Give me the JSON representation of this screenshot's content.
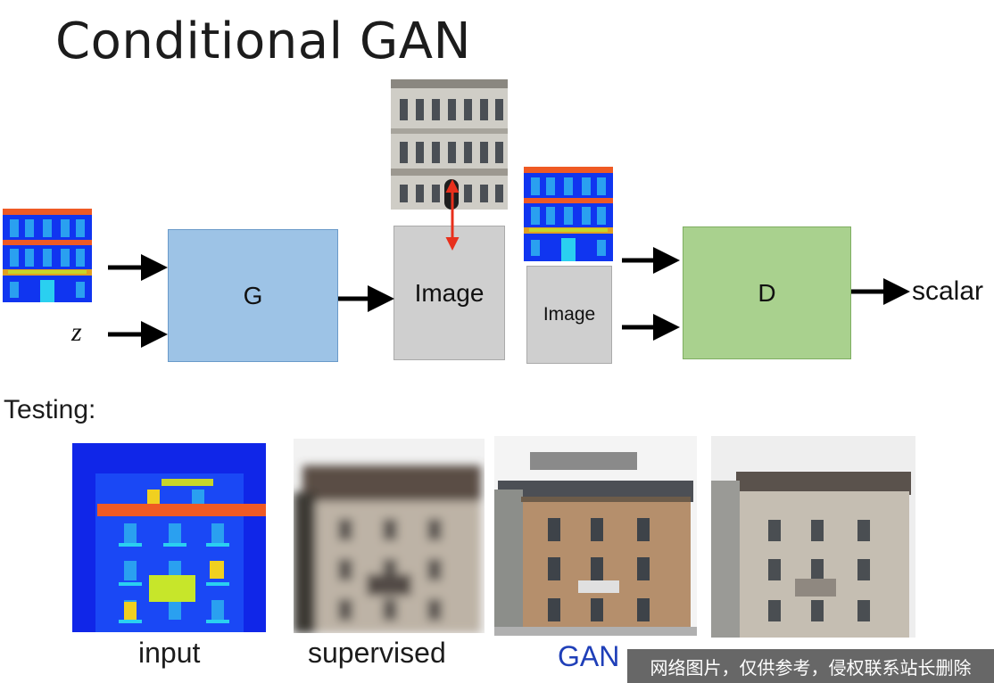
{
  "slide": {
    "title": "Conditional GAN",
    "generator_label": "G",
    "discriminator_label": "D",
    "generated_image_label": "Image",
    "paired_image_label": "Image",
    "noise_label": "z",
    "output_label": "scalar",
    "testing_label": "Testing:",
    "captions": {
      "input": "input",
      "supervised": "supervised",
      "gan": "GAN"
    }
  },
  "watermark": "网络图片，仅供参考，侵权联系站长删除",
  "colors": {
    "generator_fill": "#9dc3e6",
    "discriminator_fill": "#a9d18e",
    "image_box_fill": "#cfcfcf",
    "arrow": "#000000",
    "match_arrow": "#e8301c",
    "gan_caption": "#1f3fb8"
  }
}
